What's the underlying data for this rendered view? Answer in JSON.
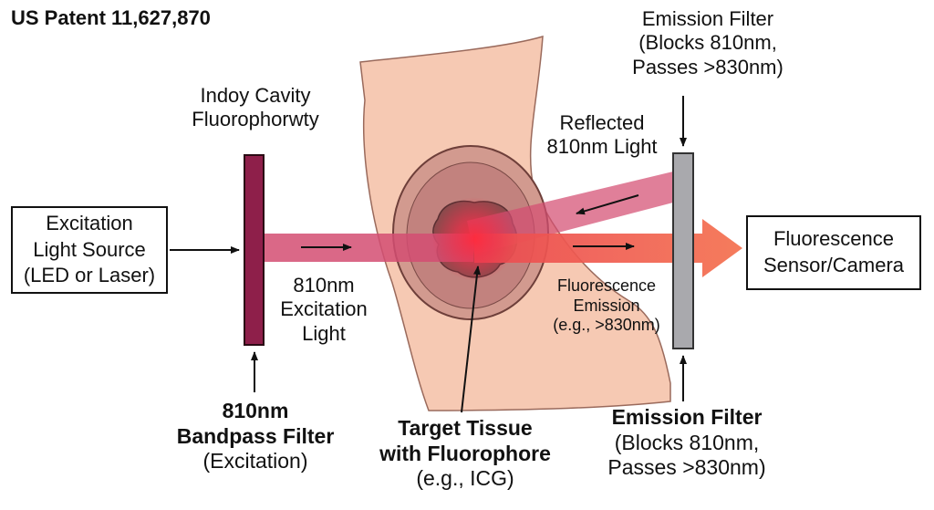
{
  "patent_title": "US Patent 11,627,870",
  "source_box": [
    "Excitation",
    "Light Source",
    "(LED or Laser)"
  ],
  "cavity_label": [
    "Indoy Cavity",
    "Fluorophorwty"
  ],
  "excitation_label": [
    "810nm",
    "Excitation",
    "Light"
  ],
  "bandpass_label": {
    "title": [
      "810nm",
      "Bandpass Filter"
    ],
    "sub": "(Excitation)"
  },
  "target_label": {
    "title": [
      "Target Tissue",
      "with Fluorophore"
    ],
    "sub": "(e.g., ICG)"
  },
  "reflected_label": [
    "Reflected",
    "810nm Light"
  ],
  "fluorescence_label": [
    "Fluorescence",
    "Emission",
    "(e.g., >830nm)"
  ],
  "emission_top": [
    "Emission Filter",
    "(Blocks 810nm,",
    "Passes >830nm)"
  ],
  "emission_bottom": {
    "title": "Emission Filter",
    "sub": [
      "(Blocks 810nm,",
      "Passes >830nm)"
    ]
  },
  "sensor_box": [
    "Fluorescence",
    "Sensor/Camera"
  ],
  "colors": {
    "bandpass_filter": "#8e1f4a",
    "emission_filter": "#a9a9ad",
    "excitation_beam": "#d44d72",
    "fluorescence_beam": "#f26a4f",
    "skin": "#f6c9b3",
    "tissue": "#b8736f"
  }
}
